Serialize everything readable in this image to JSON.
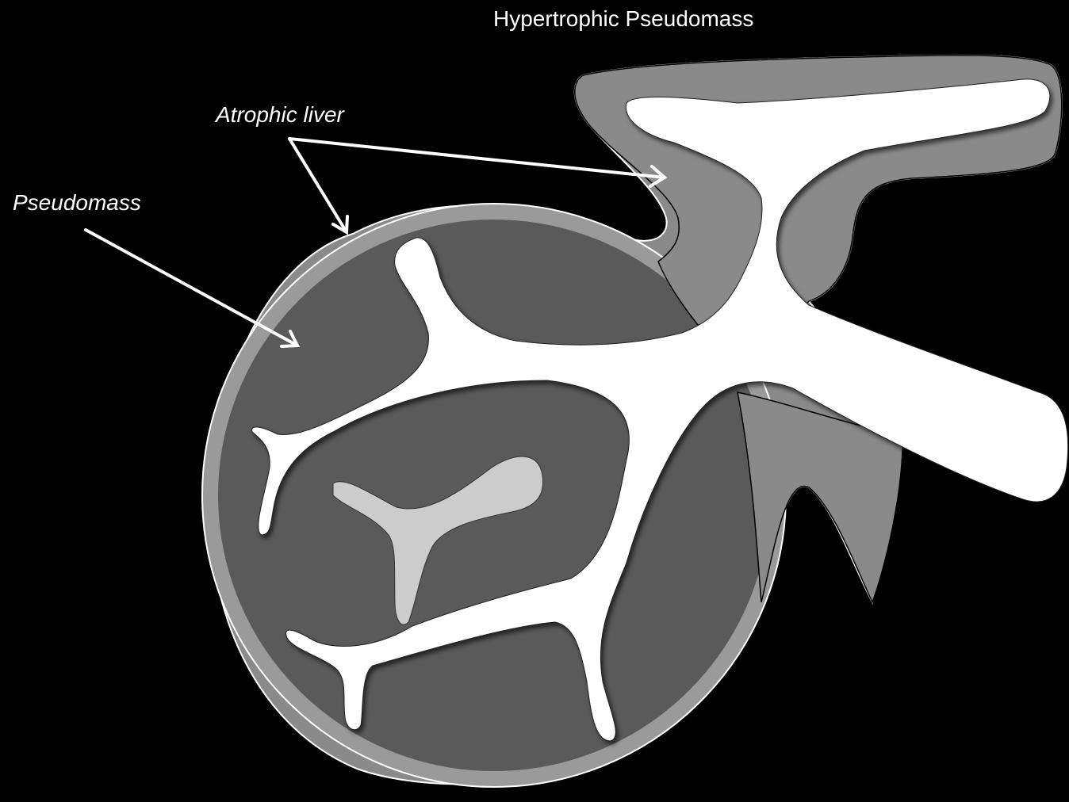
{
  "labels": {
    "hypertrophic_pseudomass": "Hypertrophic Pseudomass",
    "atrophic_liver": "Atrophic liver",
    "pseudomass": "Pseudomass"
  },
  "colors": {
    "background": "#000000",
    "liver_tissue": "#8a8a8a",
    "pseudomass": "#5a5a5a",
    "vessels": "#ffffff",
    "lesion": "#cccccc",
    "arrows": "#ffffff"
  }
}
